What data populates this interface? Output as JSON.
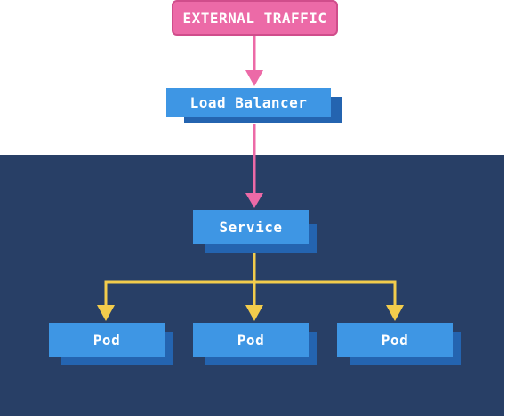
{
  "diagram": {
    "external": {
      "label": "EXTERNAL TRAFFIC"
    },
    "load_balancer": {
      "label": "Load Balancer"
    },
    "service": {
      "label": "Service"
    },
    "pods": [
      {
        "label": "Pod"
      },
      {
        "label": "Pod"
      },
      {
        "label": "Pod"
      }
    ]
  },
  "colors": {
    "cluster_background": "#283f66",
    "node_fill": "#3e96e4",
    "node_shadow": "#2464b0",
    "external_fill": "#ec6aa7",
    "traffic_arrow": "#ec6aa7",
    "service_arrow": "#f2cc4c"
  }
}
